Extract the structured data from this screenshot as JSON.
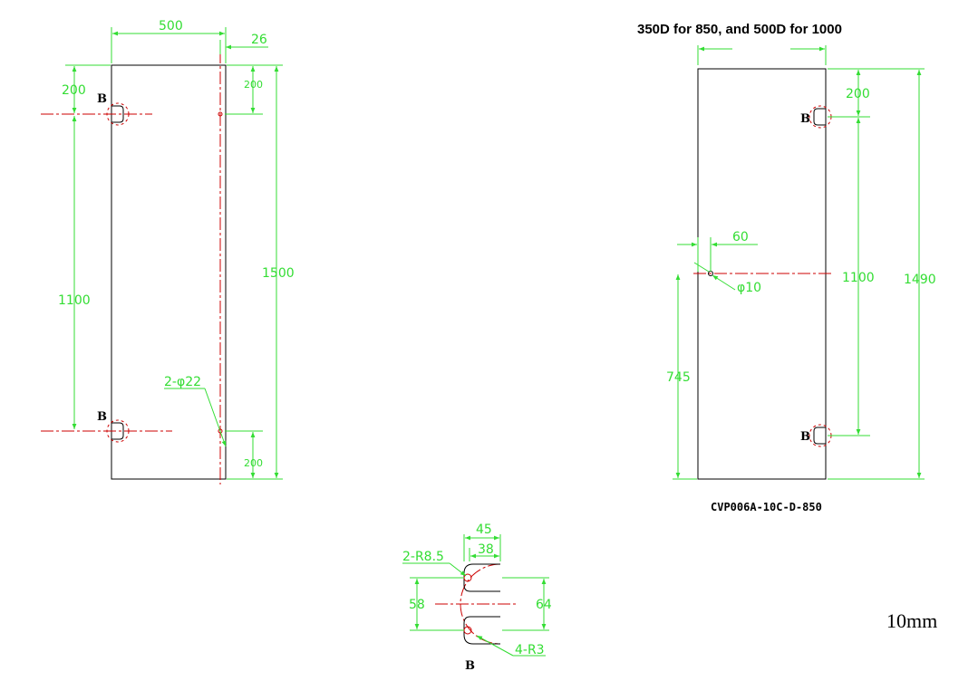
{
  "header": {
    "note": "350D for 850, and 500D for 1000"
  },
  "left_view": {
    "width": "500",
    "offset": "26",
    "top_left": "200",
    "top_right": "200",
    "spacing": "1100",
    "height": "1500",
    "hole_callout": "2-φ22",
    "bottom_right": "200",
    "hole_top_label": "B",
    "hole_bottom_label": "B"
  },
  "right_view": {
    "top": "200",
    "edge_offset": "60",
    "hole_dia": "φ10",
    "spacing": "1100",
    "height": "1490",
    "bottom_to_hole": "745",
    "hole_top_label": "B",
    "hole_bottom_label": "B",
    "part_number": "CVP006A-10C-D-850"
  },
  "detail_b": {
    "width_outer": "45",
    "width_inner": "38",
    "radius_large": "2-R8.5",
    "height_inner": "58",
    "height_outer": "64",
    "radius_small": "4-R3",
    "label": "B"
  },
  "scale_text": "10mm",
  "colors": {
    "dimension": "#33dd33",
    "centerline": "#cc0000",
    "outline": "#000000"
  }
}
